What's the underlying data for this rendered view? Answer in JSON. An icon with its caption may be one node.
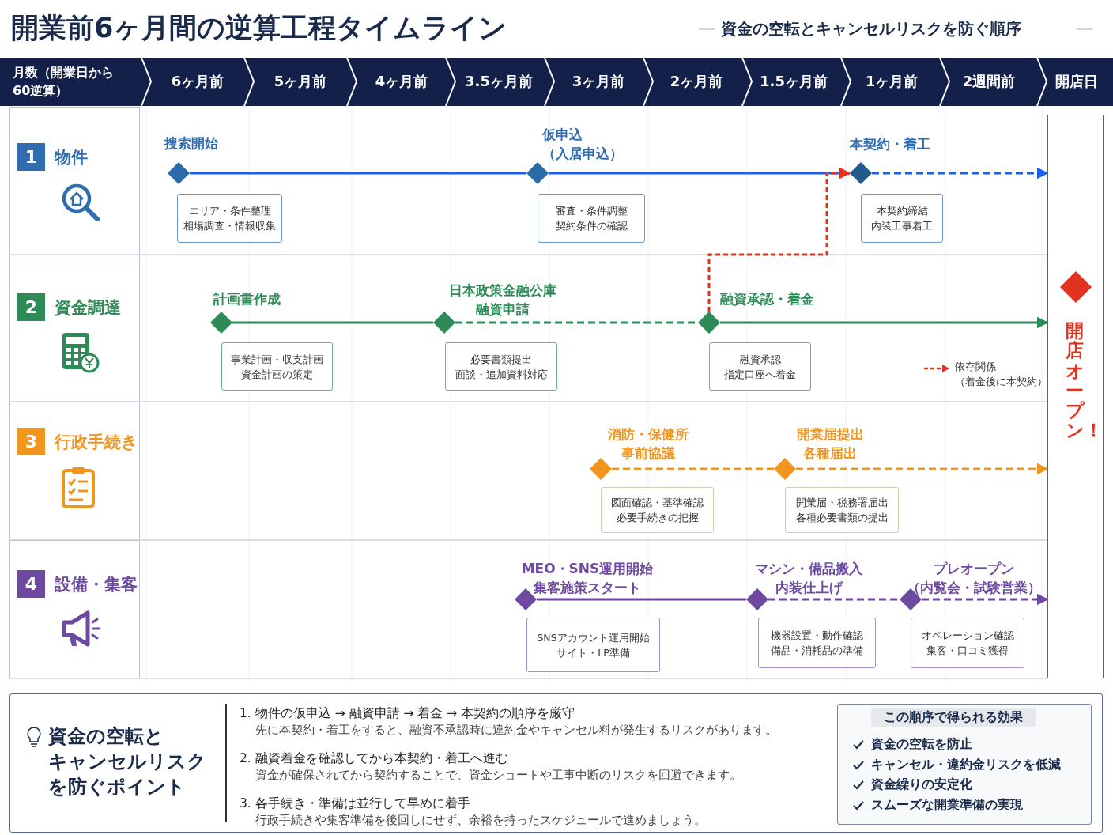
{
  "diagram": {
    "title": "開業前6ヶ月間の逆算工程タイムライン",
    "nodes": [
      {
        "text": [
          "1",
          "物件"
        ]
      },
      {
        "text": [
          "搜索開始"
        ]
      },
      {
        "text": [
          "エリア・条件整理",
          "相場調査・情報収集"
        ]
      },
      {
        "text": [
          "仮申込（入居申込）"
        ]
      },
      {
        "text": [
          "審査・条件調整",
          "契約条件の確認"
        ]
      },
      {
        "text": [
          "本契約・着工"
        ]
      },
      {
        "text": [
          "本契約締結",
          "内装工事着工"
        ]
      },
      {
        "text": [
          "2",
          "資金調達"
        ]
      },
      {
        "text": [
          "計画書作成"
        ]
      },
      {
        "text": [
          "事業計画・収支計画",
          "資金計画の策定"
        ]
      },
      {
        "text": [
          "日本政策金融公庫融資申請"
        ]
      },
      {
        "text": [
          "必要書類提出",
          "面談・追加資料対応"
        ]
      },
      {
        "text": [
          "融資承認・着金"
        ]
      },
      {
        "text": [
          "融資承認",
          "指定口座へ着金"
        ]
      },
      {
        "text": [
          "3",
          "行政手続き"
        ]
      },
      {
        "text": [
          "消防・保健所事前協議"
        ]
      },
      {
        "text": [
          "図面確認・基準確認",
          "必要手続きの把握"
        ]
      },
      {
        "text": [
          "開業届提出各種届出"
        ]
      },
      {
        "text": [
          "開業届・税務署届出",
          "各種必要書類の提出"
        ]
      },
      {
        "text": [
          "4",
          "設備・集客"
        ]
      },
      {
        "text": [
          "MEO・SNS運用開始集客施策スタート"
        ]
      },
      {
        "text": [
          "SNSアカウント運用開始",
          "サイト・LP準備"
        ]
      },
      {
        "text": [
          "マシン・備品搬入内装仕上げ"
        ]
      },
      {
        "text": [
          "機器設置・動作確認",
          "備品・消耗品の準備"
        ]
      },
      {
        "text": [
          "プレオープン（内覧会・試験営業）"
        ]
      },
      {
        "text": [
          "オペレーション確認",
          "集客・口コミ獲得"
        ]
      },
      {
        "text": [
          "開店オープン！"
        ]
      },
      {
        "text": [
          "資金の空転とキャンセルリスクを防ぐポイント",
          "1. 物件の仮申込 → 融資申請 → 着金 → 本契約の順序を厳守",
          "先に本契約・着工をすると、融資不承認時に違約金やキャンセル料が発生するリスクがあります。",
          "2. 融資着金を確認してから本契約・着工へ進む",
          "資金が確保されてから契約することで、資金ショートや工事中断のリスクを回避できます。",
          "3. 各手続き・準備は並行して早めに着手",
          "行政手続きや集客準備を後回しにせず、余裕を持ったスケジュールで進めましょう。"
        ]
      },
      {
        "text": [
          "この順序で得られる効果",
          "資金の空転を防止",
          "キャンセル・違約金リスクを低減",
          "資金繰りの安定化",
          "スムーズな開業準備の実現"
        ],
        "in": 27
      }
    ],
    "edges": [
      {
        "from": 1,
        "to": 3,
        "arrow": "none",
        "color": "#1a5ef0"
      },
      {
        "from": 3,
        "to": 5,
        "arrow": "none",
        "color": "#1a5ef0"
      },
      {
        "from": 5,
        "to": 26,
        "arrow": "to",
        "style": "dashed",
        "color": "#1a5ef0"
      },
      {
        "from": 8,
        "to": 10,
        "arrow": "none",
        "color": "#2e8b57"
      },
      {
        "from": 10,
        "to": 12,
        "arrow": "none",
        "style": "dashed",
        "color": "#2e8b57"
      },
      {
        "from": 12,
        "to": 26,
        "arrow": "to",
        "color": "#2e8b57"
      },
      {
        "from": 12,
        "to": 5,
        "arrow": "to",
        "style": "dashed",
        "color": "#e0321e"
      },
      {
        "from": 15,
        "to": 17,
        "arrow": "none",
        "style": "dashed",
        "color": "#f0961e"
      },
      {
        "from": 17,
        "to": 26,
        "arrow": "to",
        "style": "dashed",
        "color": "#f0961e"
      },
      {
        "from": 20,
        "to": 22,
        "arrow": "none",
        "color": "#6d4aa0"
      },
      {
        "from": 22,
        "to": 24,
        "arrow": "none",
        "style": "dashed",
        "color": "#6d4aa0"
      },
      {
        "from": 24,
        "to": 26,
        "arrow": "to",
        "style": "dashed",
        "color": "#6d4aa0"
      }
    ],
    "labels": [
      "資金の空転とキャンセルリスクを防ぐ順序",
      "月数（開業日から60逆算）",
      "6ヶ月前",
      "5ヶ月前",
      "4ヶ月前",
      "3.5ヶ月前",
      "3ヶ月前",
      "2ヶ月前",
      "1.5ヶ月前",
      "1ヶ月前",
      "2週間前",
      "開店日"
    ],
    "legend": [
      {
        "text": "依存関係（着金後に本契約）"
      }
    ]
  }
}
